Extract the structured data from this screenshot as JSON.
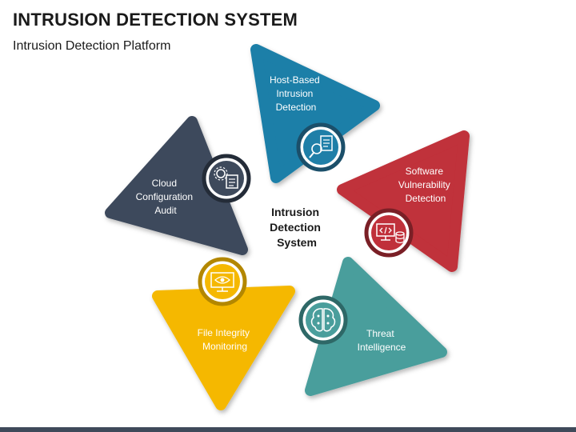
{
  "header": {
    "title": "INTRUSION DETECTION SYSTEM",
    "subtitle": "Intrusion Detection Platform"
  },
  "center": {
    "lines": [
      "Intrusion",
      "Detection",
      "System"
    ]
  },
  "segments": [
    {
      "id": "host",
      "lines": [
        "Host-Based",
        "Intrusion",
        "Detection"
      ],
      "color": "#1f7fa8",
      "ring": "#1b4f6a",
      "icon": "magnifier-document-icon"
    },
    {
      "id": "software",
      "lines": [
        "Software",
        "Vulnerability",
        "Detection"
      ],
      "color": "#c0303a",
      "ring": "#7a1f26",
      "icon": "code-monitor-database-icon"
    },
    {
      "id": "threat",
      "lines": [
        "Threat",
        "Intelligence"
      ],
      "color": "#4a9e9c",
      "ring": "#2e6867",
      "icon": "brain-circuit-icon"
    },
    {
      "id": "file",
      "lines": [
        "File Integrity",
        "Monitoring"
      ],
      "color": "#f5b800",
      "ring": "#b38700",
      "icon": "eye-monitor-icon"
    },
    {
      "id": "cloud",
      "lines": [
        "Cloud",
        "Configuration",
        "Audit"
      ],
      "color": "#3e4a5c",
      "ring": "#242c38",
      "icon": "gear-document-icon"
    }
  ]
}
